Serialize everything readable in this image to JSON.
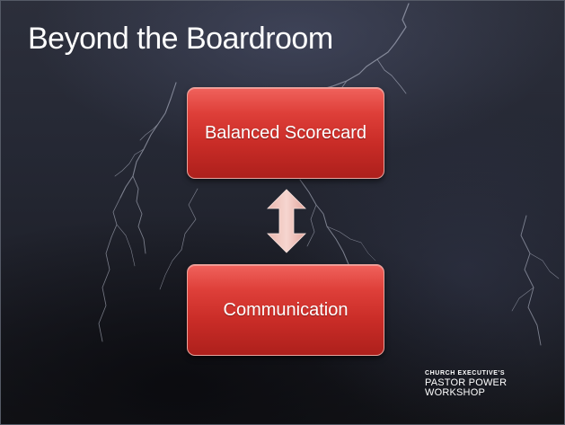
{
  "slide": {
    "title": "Beyond the Boardroom"
  },
  "diagram": {
    "nodes": [
      {
        "id": "top",
        "label": "Balanced Scorecard"
      },
      {
        "id": "bottom",
        "label": "Communication"
      }
    ],
    "connector": {
      "type": "double-arrow",
      "from": "top",
      "to": "bottom"
    }
  },
  "branding": {
    "line1": "CHURCH EXECUTIVE'S",
    "line2": "PASTOR POWER WORKSHOP"
  },
  "colors": {
    "node_fill": "#d93a35",
    "node_border": "#e8a39c",
    "arrow_fill": "#f2c6bf",
    "background": "#23252f",
    "text": "#ffffff"
  },
  "icons": {
    "connector": "double-headed-arrow-icon"
  }
}
